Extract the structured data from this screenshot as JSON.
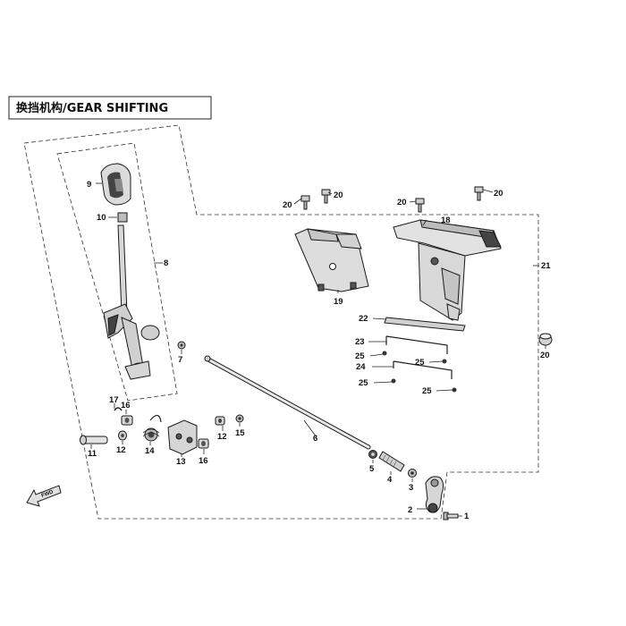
{
  "title": "换挡机构/GEAR SHIFTING",
  "fwd_label": "FWD",
  "callouts": {
    "c1": "1",
    "c2": "2",
    "c3": "3",
    "c4": "4",
    "c5": "5",
    "c6": "6",
    "c7": "7",
    "c8": "8",
    "c9": "9",
    "c10": "10",
    "c11": "11",
    "c12a": "12",
    "c12b": "12",
    "c13": "13",
    "c14": "14",
    "c15": "15",
    "c16a": "16",
    "c16b": "16",
    "c17": "17",
    "c18": "18",
    "c19": "19",
    "c20a": "20",
    "c20b": "20",
    "c20c": "20",
    "c20d": "20",
    "c20e": "20",
    "c21": "21",
    "c22": "22",
    "c23": "23",
    "c24": "24",
    "c25a": "25",
    "c25b": "25",
    "c25c": "25",
    "c25d": "25"
  },
  "colors": {
    "ink": "#1a1a1a",
    "fill_light": "#dcdcdc",
    "fill_mid": "#a8a8a8",
    "fill_dark": "#444444"
  }
}
